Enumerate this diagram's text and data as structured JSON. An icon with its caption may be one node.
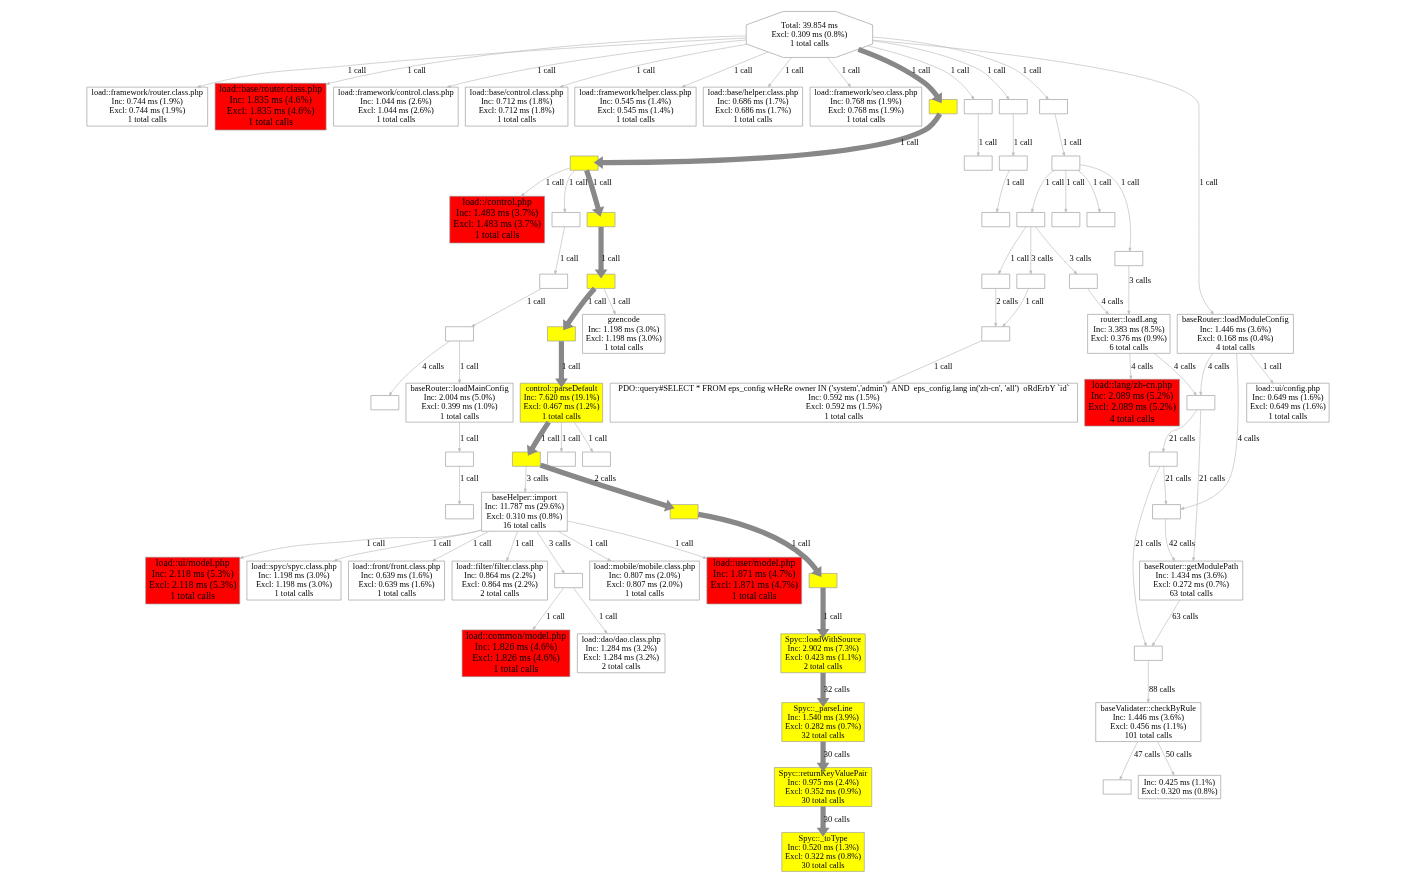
{
  "diagram": {
    "nodes": [
      {
        "text": [
          "Total: 39.854 ms",
          "Excl: 0.309 ms (0.8%)",
          "1 total calls"
        ]
      },
      {
        "text": [
          "load::framework/router.class.php",
          "Inc: 0.744 ms (1.9%)",
          "Excl: 0.744 ms (1.9%)",
          "1 total calls"
        ]
      },
      {
        "text": [
          "load::base/router.class.php",
          "Inc: 1.835 ms (4.6%)",
          "Excl: 1.835 ms (4.6%)",
          "1 total calls"
        ]
      },
      {
        "text": [
          "load::framework/control.class.php",
          "Inc: 1.044 ms (2.6%)",
          "Excl: 1.044 ms (2.6%)",
          "1 total calls"
        ]
      },
      {
        "text": [
          "load::base/control.class.php",
          "Inc: 0.712 ms (1.8%)",
          "Excl: 0.712 ms (1.8%)",
          "1 total calls"
        ]
      },
      {
        "text": [
          "load::framework/helper.class.php",
          "Inc: 0.545 ms (1.4%)",
          "Excl: 0.545 ms (1.4%)",
          "1 total calls"
        ]
      },
      {
        "text": [
          "load::base/helper.class.php",
          "Inc: 0.686 ms (1.7%)",
          "Excl: 0.686 ms (1.7%)",
          "1 total calls"
        ]
      },
      {
        "text": [
          "load::framework/seo.class.php",
          "Inc: 0.768 ms (1.9%)",
          "Excl: 0.768 ms (1.9%)",
          "1 total calls"
        ]
      },
      {
        "text": [],
        "shape": "box"
      },
      {
        "text": [],
        "shape": "box"
      },
      {
        "text": [],
        "shape": "box"
      },
      {
        "text": [],
        "shape": "box"
      },
      {
        "text": [],
        "shape": "box"
      },
      {
        "text": [
          "load::/control.php",
          "Inc: 1.483 ms (3.7%)",
          "Excl: 1.483 ms (3.7%)",
          "1 total calls"
        ]
      },
      {
        "text": [],
        "shape": "box"
      },
      {
        "text": [],
        "shape": "box"
      },
      {
        "text": [],
        "shape": "box"
      },
      {
        "text": [],
        "shape": "box"
      },
      {
        "text": [],
        "shape": "box"
      },
      {
        "text": [],
        "shape": "box"
      },
      {
        "text": [],
        "shape": "box"
      },
      {
        "text": [
          "gzencode",
          "Inc: 1.198 ms (3.0%)",
          "Excl: 1.198 ms (3.0%)",
          "1 total calls"
        ]
      },
      {
        "text": [],
        "shape": "box"
      },
      {
        "text": [
          "control::parseDefault",
          "Inc: 7.620 ms (19.1%)",
          "Excl: 0.467 ms (1.2%)",
          "1 total calls"
        ]
      },
      {
        "text": [],
        "shape": "box"
      },
      {
        "text": [],
        "shape": "box"
      },
      {
        "text": [],
        "shape": "box"
      },
      {
        "text": [],
        "shape": "box"
      },
      {
        "text": [],
        "shape": "box"
      },
      {
        "text": [],
        "shape": "box"
      },
      {
        "text": [],
        "shape": "box"
      },
      {
        "text": [],
        "shape": "box"
      },
      {
        "text": [
          "baseRouter::loadMainConfig",
          "Inc: 2.004 ms (5.0%)",
          "Excl: 0.399 ms (1.0%)",
          "1 total calls"
        ]
      },
      {
        "text": [],
        "shape": "box"
      },
      {
        "text": [],
        "shape": "box"
      },
      {
        "text": [],
        "shape": "box"
      },
      {
        "text": [],
        "shape": "box"
      },
      {
        "text": [],
        "shape": "box"
      },
      {
        "text": [],
        "shape": "box"
      },
      {
        "text": [],
        "shape": "box"
      },
      {
        "text": [
          "baseHelper::import",
          "Inc: 11.787 ms (29.6%)",
          "Excl: 0.310 ms (0.8%)",
          "16 total calls"
        ]
      },
      {
        "text": [],
        "shape": "box"
      },
      {
        "text": [],
        "shape": "box"
      },
      {
        "text": [],
        "shape": "box"
      },
      {
        "text": [],
        "shape": "box"
      },
      {
        "text": [
          "load::mobile/mobile.class.php",
          "Inc: 0.807 ms (2.0%)",
          "Excl: 0.807 ms (2.0%)",
          "1 total calls"
        ]
      },
      {
        "text": [
          "load::user/model.php",
          "Inc: 1.871 ms (4.7%)",
          "Excl: 1.871 ms (4.7%)",
          "1 total calls"
        ]
      },
      {
        "text": [
          "load::ui/model.php",
          "Inc: 2.118 ms (5.3%)",
          "Excl: 2.118 ms (5.3%)",
          "1 total calls"
        ]
      },
      {
        "text": [
          "load::spyc/spyc.class.php",
          "Inc: 1.198 ms (3.0%)",
          "Excl: 1.198 ms (3.0%)",
          "1 total calls"
        ]
      },
      {
        "text": [
          "load::front/front.class.php",
          "Inc: 0.639 ms (1.6%)",
          "Excl: 0.639 ms (1.6%)",
          "1 total calls"
        ]
      },
      {
        "text": [
          "Spyc::loadWithSource",
          "Inc: 2.902 ms (7.3%)",
          "Excl: 0.423 ms (1.1%)",
          "2 total calls"
        ]
      },
      {
        "text": [
          "PDO::query#SELECT * FROM eps_config wHeRe owner IN ('system','admin')  AND  eps_config.lang in('zh-cn', 'all')  oRdErbY `id`",
          "Inc: 0.592 ms (1.5%)",
          "Excl: 0.592 ms (1.5%)",
          "1 total calls"
        ]
      },
      {
        "text": [
          "router::loadLang",
          "Inc: 3.383 ms (8.5%)",
          "Excl: 0.376 ms (0.9%)",
          "6 total calls"
        ]
      },
      {
        "text": [
          "load::lang/zh-cn.php",
          "Inc: 2.089 ms (5.2%)",
          "Excl: 2.089 ms (5.2%)",
          "4 total calls"
        ]
      },
      {
        "text": [
          "baseRouter::loadModuleConfig",
          "Inc: 1.446 ms (3.6%)",
          "Excl: 0.168 ms (0.4%)",
          "4 total calls"
        ]
      },
      {
        "text": [],
        "shape": "box"
      },
      {
        "text": [
          "load::ui/config.php",
          "Inc: 0.649 ms (1.6%)",
          "Excl: 0.649 ms (1.6%)",
          "1 total calls"
        ]
      },
      {
        "text": [
          "load::dao/dao.class.php",
          "Inc: 1.284 ms (3.2%)",
          "Excl: 1.284 ms (3.2%)",
          "2 total calls"
        ]
      },
      {
        "text": [
          "load::common/model.php",
          "Inc: 1.826 ms (4.6%)",
          "Excl: 1.826 ms (4.6%)",
          "1 total calls"
        ]
      },
      {
        "text": [
          "load::filter/filter.class.php",
          "Inc: 0.864 ms (2.2%)",
          "Excl: 0.864 ms (2.2%)",
          "2 total calls"
        ]
      },
      {
        "text": [
          "Spyc::_parseLine",
          "Inc: 1.540 ms (3.9%)",
          "Excl: 0.282 ms (0.7%)",
          "32 total calls"
        ]
      },
      {
        "text": [],
        "shape": "box"
      },
      {
        "text": [
          "Spyc::returnKeyValuePair",
          "Inc: 0.975 ms (2.4%)",
          "Excl: 0.352 ms (0.9%)",
          "30 total calls"
        ]
      },
      {
        "text": [],
        "shape": "box"
      },
      {
        "text": [
          "Spyc::_toType",
          "Inc: 0.520 ms (1.3%)",
          "Excl: 0.322 ms (0.8%)",
          "30 total calls"
        ]
      },
      {
        "text": [
          "baseRouter::getModulePath",
          "Inc: 1.434 ms (3.6%)",
          "Excl: 0.272 ms (0.7%)",
          "63 total calls"
        ]
      },
      {
        "text": [],
        "shape": "box"
      },
      {
        "text": [
          "baseValidater::checkByRule",
          "Inc: 1.446 ms (3.6%)",
          "Excl: 0.456 ms (1.1%)",
          "101 total calls"
        ]
      },
      {
        "text": [
          "Inc: 0.425 ms (1.1%)",
          "Excl: 0.320 ms (0.8%)"
        ]
      },
      {
        "text": [],
        "shape": "box"
      }
    ],
    "edges": [
      {
        "from": 0,
        "to": 1,
        "arrow": "to",
        "label": "1 call"
      },
      {
        "from": 0,
        "to": 2,
        "arrow": "to",
        "label": "1 call"
      },
      {
        "from": 0,
        "to": 3,
        "arrow": "to",
        "label": "1 call"
      },
      {
        "from": 0,
        "to": 4,
        "arrow": "to",
        "label": "1 call"
      },
      {
        "from": 0,
        "to": 5,
        "arrow": "to",
        "label": "1 call"
      },
      {
        "from": 0,
        "to": 6,
        "arrow": "to",
        "label": "1 call"
      },
      {
        "from": 0,
        "to": 7,
        "arrow": "to",
        "label": "1 call"
      },
      {
        "from": 0,
        "to": 8,
        "arrow": "to",
        "label": "1 call",
        "style": "thick"
      },
      {
        "from": 0,
        "to": 9,
        "arrow": "to",
        "label": "1 call"
      },
      {
        "from": 0,
        "to": 10,
        "arrow": "to",
        "label": "1 call"
      },
      {
        "from": 0,
        "to": 19,
        "arrow": "to",
        "label": "1 call"
      },
      {
        "from": 0,
        "to": 54,
        "arrow": "to",
        "label": "1 call"
      },
      {
        "from": 8,
        "to": 11,
        "arrow": "to",
        "label": "1 call",
        "style": "thick"
      },
      {
        "from": 9,
        "to": 12,
        "arrow": "to",
        "label": "1 call"
      },
      {
        "from": 11,
        "to": 15,
        "arrow": "to",
        "label": "1 call",
        "style": "thick"
      },
      {
        "from": 11,
        "to": 13,
        "arrow": "to",
        "label": "1 call"
      },
      {
        "from": 11,
        "to": 14,
        "arrow": "to",
        "label": "1 call"
      },
      {
        "from": 10,
        "to": 16,
        "arrow": "to",
        "label": "1 call"
      },
      {
        "from": 15,
        "to": 17,
        "arrow": "to",
        "label": "1 call",
        "style": "thick"
      },
      {
        "from": 14,
        "to": 18,
        "arrow": "to",
        "label": "1 call"
      },
      {
        "from": 17,
        "to": 20,
        "arrow": "to",
        "label": "1 call",
        "style": "thick"
      },
      {
        "from": 17,
        "to": 21,
        "arrow": "to",
        "label": "1 call"
      },
      {
        "from": 19,
        "to": 22,
        "arrow": "to",
        "label": "1 call"
      },
      {
        "from": 20,
        "to": 23,
        "arrow": "to",
        "label": "1 call",
        "style": "thick"
      },
      {
        "from": 22,
        "to": 24,
        "arrow": "to",
        "label": "1 call"
      },
      {
        "from": 22,
        "to": 25,
        "arrow": "to",
        "label": "1 call"
      },
      {
        "from": 22,
        "to": 31,
        "arrow": "to",
        "label": "1 call"
      },
      {
        "from": 22,
        "to": 38,
        "arrow": "to",
        "label": "1 call"
      },
      {
        "from": 23,
        "to": 27,
        "arrow": "to",
        "label": "1 call",
        "style": "thick"
      },
      {
        "from": 23,
        "to": 28,
        "arrow": "to",
        "label": "1 call"
      },
      {
        "from": 23,
        "to": 29,
        "arrow": "to",
        "label": "1 call"
      },
      {
        "from": 16,
        "to": 30,
        "arrow": "to",
        "label": "1 call"
      },
      {
        "from": 18,
        "to": 26,
        "arrow": "to",
        "label": "1 call"
      },
      {
        "from": 26,
        "to": 32,
        "arrow": "to",
        "label": "1 call"
      },
      {
        "from": 26,
        "to": 34,
        "arrow": "to",
        "label": "4 calls"
      },
      {
        "from": 27,
        "to": 35,
        "arrow": "to",
        "label": "2 calls",
        "style": "thick"
      },
      {
        "from": 27,
        "to": 40,
        "arrow": "to",
        "label": "3 calls"
      },
      {
        "from": 35,
        "to": 42,
        "arrow": "to",
        "label": "1 call",
        "style": "thick"
      },
      {
        "from": 31,
        "to": 36,
        "arrow": "to",
        "label": "1 call"
      },
      {
        "from": 31,
        "to": 37,
        "arrow": "to",
        "label": "3 calls"
      },
      {
        "from": 31,
        "to": 39,
        "arrow": "to",
        "label": "3 calls"
      },
      {
        "from": 36,
        "to": 43,
        "arrow": "to",
        "label": "2 calls"
      },
      {
        "from": 37,
        "to": 43,
        "arrow": "to",
        "label": "1 call"
      },
      {
        "from": 32,
        "to": 33,
        "arrow": "to",
        "label": "1 call"
      },
      {
        "from": 33,
        "to": 41,
        "arrow": "to",
        "label": "1 call"
      },
      {
        "from": 42,
        "to": 50,
        "arrow": "to",
        "label": "1 call",
        "style": "thick"
      },
      {
        "from": 50,
        "to": 60,
        "arrow": "to",
        "label": "32 calls",
        "style": "thick"
      },
      {
        "from": 60,
        "to": 62,
        "arrow": "to",
        "label": "30 calls",
        "style": "thick"
      },
      {
        "from": 62,
        "to": 64,
        "arrow": "to",
        "label": "30 calls",
        "style": "thick"
      },
      {
        "from": 40,
        "to": 44,
        "arrow": "to",
        "label": "3 calls"
      },
      {
        "from": 40,
        "to": 45,
        "arrow": "to",
        "label": "1 call"
      },
      {
        "from": 40,
        "to": 46,
        "arrow": "to",
        "label": "1 call"
      },
      {
        "from": 40,
        "to": 47,
        "arrow": "to",
        "label": "1 call"
      },
      {
        "from": 40,
        "to": 48,
        "arrow": "to",
        "label": "1 call"
      },
      {
        "from": 40,
        "to": 49,
        "arrow": "to",
        "label": "1 call"
      },
      {
        "from": 40,
        "to": 59,
        "arrow": "to",
        "label": "1 call"
      },
      {
        "from": 44,
        "to": 57,
        "arrow": "to",
        "label": "1 call"
      },
      {
        "from": 44,
        "to": 58,
        "arrow": "to",
        "label": "1 call"
      },
      {
        "from": 43,
        "to": 51,
        "arrow": "to",
        "label": "1 call"
      },
      {
        "from": 39,
        "to": 52,
        "arrow": "to",
        "label": "4 calls"
      },
      {
        "from": 38,
        "to": 52,
        "arrow": "to",
        "label": "3 calls"
      },
      {
        "from": 52,
        "to": 53,
        "arrow": "to",
        "label": "4 calls"
      },
      {
        "from": 52,
        "to": 55,
        "arrow": "to",
        "label": "4 calls"
      },
      {
        "from": 54,
        "to": 55,
        "arrow": "to",
        "label": "4 calls"
      },
      {
        "from": 54,
        "to": 56,
        "arrow": "to",
        "label": "1 call"
      },
      {
        "from": 54,
        "to": 63,
        "arrow": "to",
        "label": "4 calls"
      },
      {
        "from": 55,
        "to": 65,
        "arrow": "to",
        "label": "21 calls"
      },
      {
        "from": 55,
        "to": 61,
        "arrow": "to",
        "label": "21 calls"
      },
      {
        "from": 61,
        "to": 63,
        "arrow": "to",
        "label": "21 calls"
      },
      {
        "from": 61,
        "to": 66,
        "arrow": "to",
        "label": "21 calls"
      },
      {
        "from": 63,
        "to": 65,
        "arrow": "to",
        "label": "42 calls"
      },
      {
        "from": 65,
        "to": 66,
        "arrow": "to",
        "label": "63 calls"
      },
      {
        "from": 66,
        "to": 67,
        "arrow": "to",
        "label": "88 calls"
      },
      {
        "from": 67,
        "to": 68,
        "arrow": "to",
        "label": "50 calls"
      },
      {
        "from": 67,
        "to": 69,
        "arrow": "to",
        "label": "47 calls"
      }
    ]
  }
}
